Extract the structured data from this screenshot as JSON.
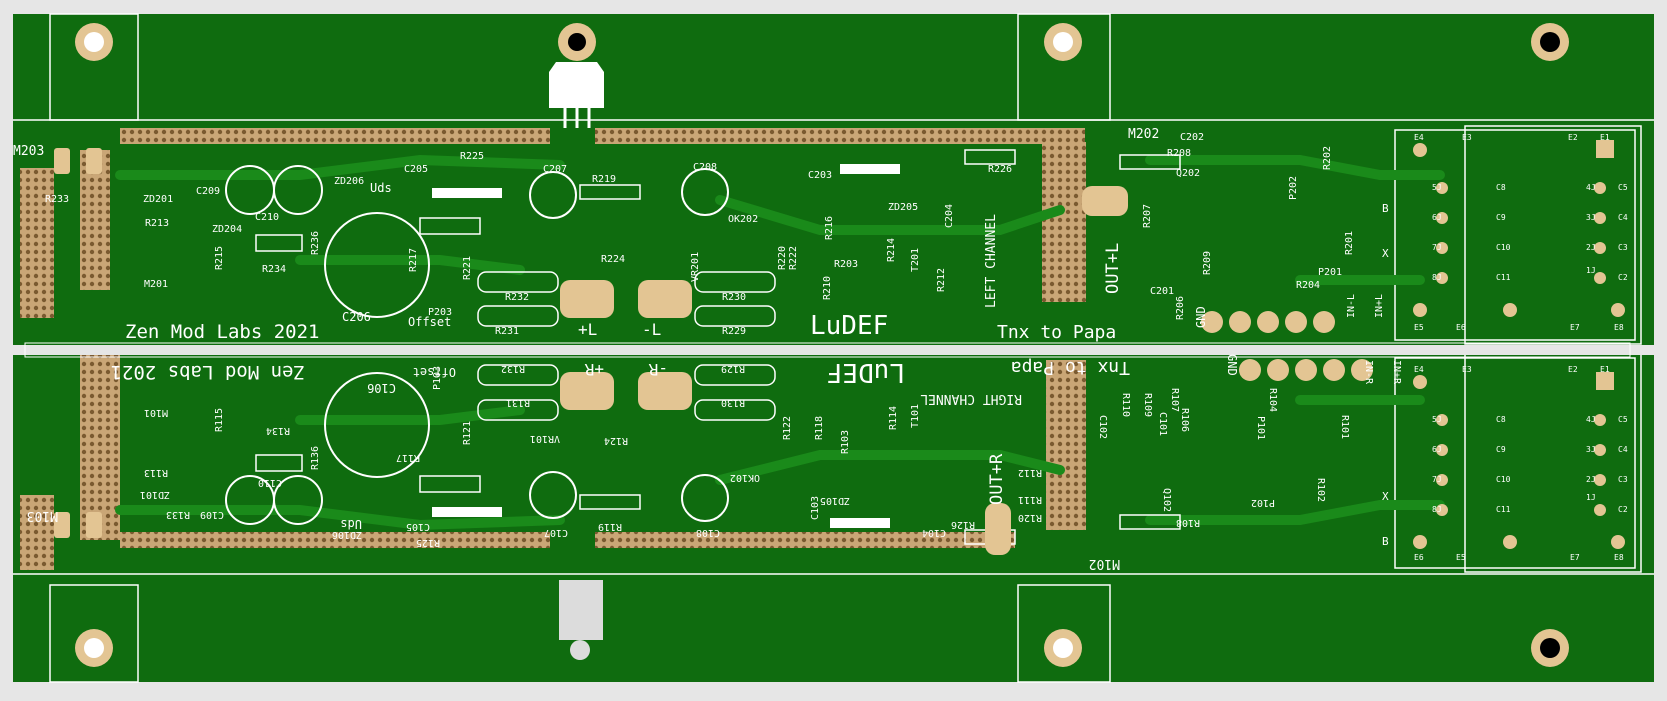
{
  "colors": {
    "background": "#e6e6e6",
    "board": "#0f6c0f",
    "copper": "#1a8a1a",
    "pad": "#e3c593",
    "silk": "#ffffff",
    "hole": "#000000"
  },
  "silkscreen": {
    "top": {
      "brand": "Zen Mod Labs 2021",
      "product": "LuDEF",
      "thanks": "Tnx to Papa",
      "channel": "LEFT CHANNEL",
      "output": "OUT+L",
      "gnd": "GND",
      "in_minus": "IN-L",
      "in_plus": "IN+L",
      "offset": "Offset",
      "uds": "Uds",
      "rail_pos": "+L",
      "rail_neg": "-L",
      "mosfet": "M203",
      "mosfet_b": "M202",
      "bracket": "M201",
      "pin_b": "B",
      "pin_x": "X"
    },
    "bottom": {
      "brand": "Zen Mod Labs 2021",
      "product": "LuDEF",
      "thanks": "Tnx to Papa",
      "channel": "RIGHT CHANNEL",
      "output": "OUT+R",
      "gnd": "GND",
      "in_minus": "IN-R",
      "in_plus": "IN+R",
      "offset": "Offset",
      "uds": "Uds",
      "rail_pos": "+R",
      "rail_neg": "-R",
      "mosfet": "M103",
      "mosfet_b": "M102",
      "bracket": "M101",
      "pin_b": "B",
      "pin_x": "X"
    },
    "top_refs": {
      "R233": "R233",
      "ZD201": "ZD201",
      "R213": "R213",
      "C209": "C209",
      "C210": "C210",
      "ZD206": "ZD206",
      "C205": "C205",
      "R225": "R225",
      "C207": "C207",
      "R219": "R219",
      "C208": "C208",
      "C203": "C203",
      "R226": "R226",
      "ZD205": "ZD205",
      "R216": "R216",
      "T201": "T201",
      "R214": "R214",
      "R203": "R203",
      "C204": "C204",
      "R212": "R212",
      "R210": "R210",
      "R220": "R220",
      "R222": "R222",
      "OK202": "OK202",
      "R230": "R230",
      "R229": "R229",
      "R232": "R232",
      "R231": "R231",
      "R221": "R221",
      "R217": "R217",
      "P203": "P203",
      "C206": "C206",
      "R234": "R234",
      "R236": "R236",
      "R215": "R215",
      "ZD204": "ZD204",
      "R224": "R224",
      "VR201": "VR201",
      "R208": "R208",
      "C202": "C202",
      "R207": "R207",
      "C201": "C201",
      "R206": "R206",
      "R209": "R209",
      "R201": "R201",
      "R204": "R204",
      "P201": "P201",
      "P202": "P202",
      "R202": "R202",
      "Q202": "Q202"
    },
    "bottom_refs": {
      "R133": "R133",
      "ZD101": "ZD101",
      "R113": "R113",
      "C109": "C109",
      "C110": "C110",
      "ZD106": "ZD106",
      "C105": "C105",
      "R125": "R125",
      "C107": "C107",
      "R119": "R119",
      "C108": "C108",
      "C103": "C103",
      "R126": "R126",
      "ZD105": "ZD105",
      "R118": "R118",
      "T101": "T101",
      "R114": "R114",
      "R103": "R103",
      "C104": "C104",
      "R112": "R112",
      "R111": "R111",
      "R120": "R120",
      "R122": "R122",
      "OK102": "OK102",
      "R130": "R130",
      "R129": "R129",
      "R132": "R132",
      "R131": "R131",
      "R121": "R121",
      "R117": "R117",
      "P103": "P103",
      "C106": "C106",
      "R134": "R134",
      "R136": "R136",
      "R115": "R115",
      "R124": "R124",
      "VR101": "VR101",
      "R108": "R108",
      "C102": "C102",
      "R107": "R107",
      "C101": "C101",
      "R106": "R106",
      "R109": "R109",
      "R101": "R101",
      "R104": "R104",
      "P101": "P101",
      "P102": "P102",
      "R102": "R102",
      "R110": "R110",
      "Q102": "Q102"
    },
    "relay": {
      "E1": "E1",
      "E2": "E2",
      "E3": "E3",
      "E4": "E4",
      "E5": "E5",
      "E6": "E6",
      "E7": "E7",
      "E8": "E8",
      "C8": "C8",
      "C9": "C9",
      "C10": "C10",
      "C11": "C11",
      "C2": "C2",
      "C3": "C3",
      "C4": "C4",
      "C5": "C5",
      "J1": "1J",
      "J2": "2J",
      "J3": "3J",
      "J4": "4J",
      "J5": "5J",
      "J6": "6J",
      "J7": "7J",
      "J8": "8J"
    }
  }
}
